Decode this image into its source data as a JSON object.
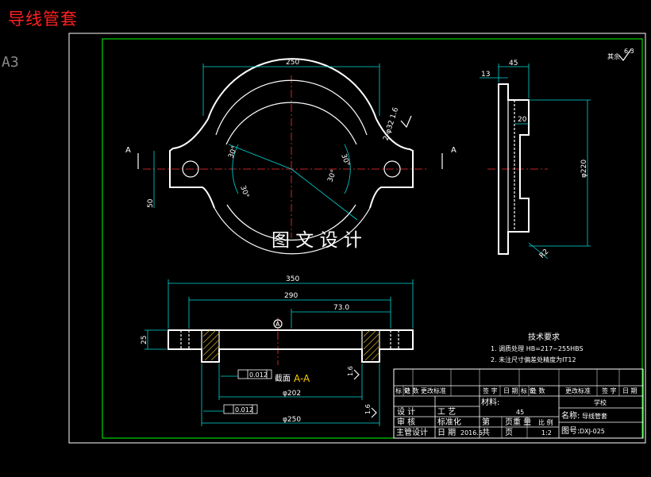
{
  "title": "导线管套",
  "sheet_size": "A3",
  "watermark": "图 文 设 计",
  "roughness_note": "其余",
  "roughness_value_1": "6.3",
  "roughness_value_2": "1.6",
  "dims": {
    "d250_top": "250",
    "d45": "45",
    "d13": "13",
    "d20": "20",
    "phi220": "φ220",
    "r2": "R2",
    "d50": "50",
    "ang30a": "30°",
    "ang30b": "30°",
    "ang30c": "30°",
    "ang30d": "30°",
    "hole": "2-φ32",
    "d350": "350",
    "d290": "290",
    "d73": "73.0",
    "d25": "25",
    "phi202": "φ202",
    "phi250": "φ250"
  },
  "section_label": "截面",
  "section_name": "A-A",
  "section_mark_left": "A",
  "section_mark_right": "A",
  "datum": "A",
  "tol1": "0.012",
  "tol2": "0.012",
  "tech_title": "技术要求",
  "tech_items": [
    "1. 调质处理 HB=217~255HBS",
    "2. 未注尺寸偏差处精度为IT12"
  ],
  "titleblock": {
    "header_cells": [
      "标 记",
      "处 数",
      "更改标准",
      "签 字",
      "日 期",
      "标 记",
      "处 数",
      "更改标准",
      "签 字",
      "日 期"
    ],
    "material_label": "材料:",
    "material_value": "45",
    "school": "学校",
    "name_label": "名称:",
    "name_value": "导线管套",
    "drawing_label": "图号:",
    "drawing_value": "DXJ-025",
    "design": "设  计",
    "review": "审  核",
    "chief": "主管设计",
    "process": "工  艺",
    "standard": "标准化",
    "date_label": "日  期",
    "date_value": "2016.5",
    "page_label": "第",
    "page_total": "共",
    "sheet_label": "页",
    "weight_label": "重 量",
    "scale_label": "比 例",
    "scale_value": "1:2"
  }
}
